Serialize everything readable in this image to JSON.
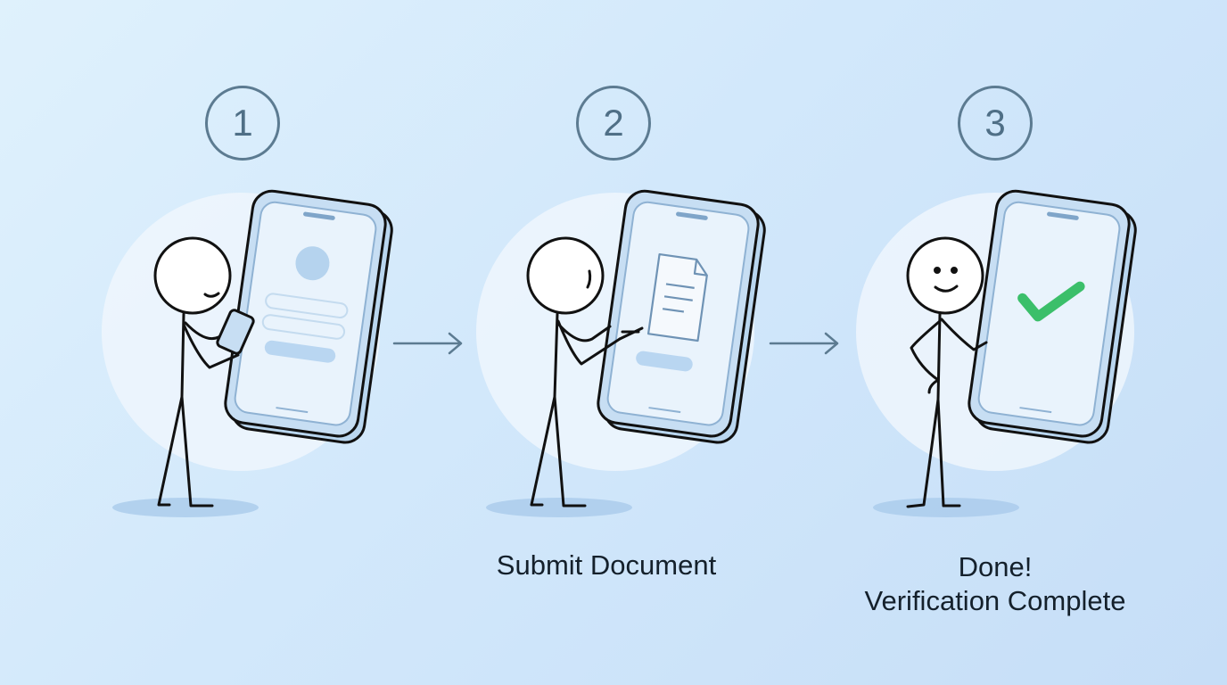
{
  "steps": [
    {
      "number": "1",
      "caption": ""
    },
    {
      "number": "2",
      "caption": "Submit Document"
    },
    {
      "number": "3",
      "caption_line1": "Done!",
      "caption_line2": "Verification Complete"
    }
  ],
  "colors": {
    "outline": "#111111",
    "number_circle": "#5c7b91",
    "phone_screen": "#e9f3fc",
    "phone_frame": "#b9d6ef",
    "halo": "#eef6fd",
    "checkmark": "#3bbf6a",
    "arrow": "#5c7b91"
  },
  "icons": [
    "profile-circle-icon",
    "document-icon",
    "checkmark-icon",
    "arrow-right-icon"
  ]
}
